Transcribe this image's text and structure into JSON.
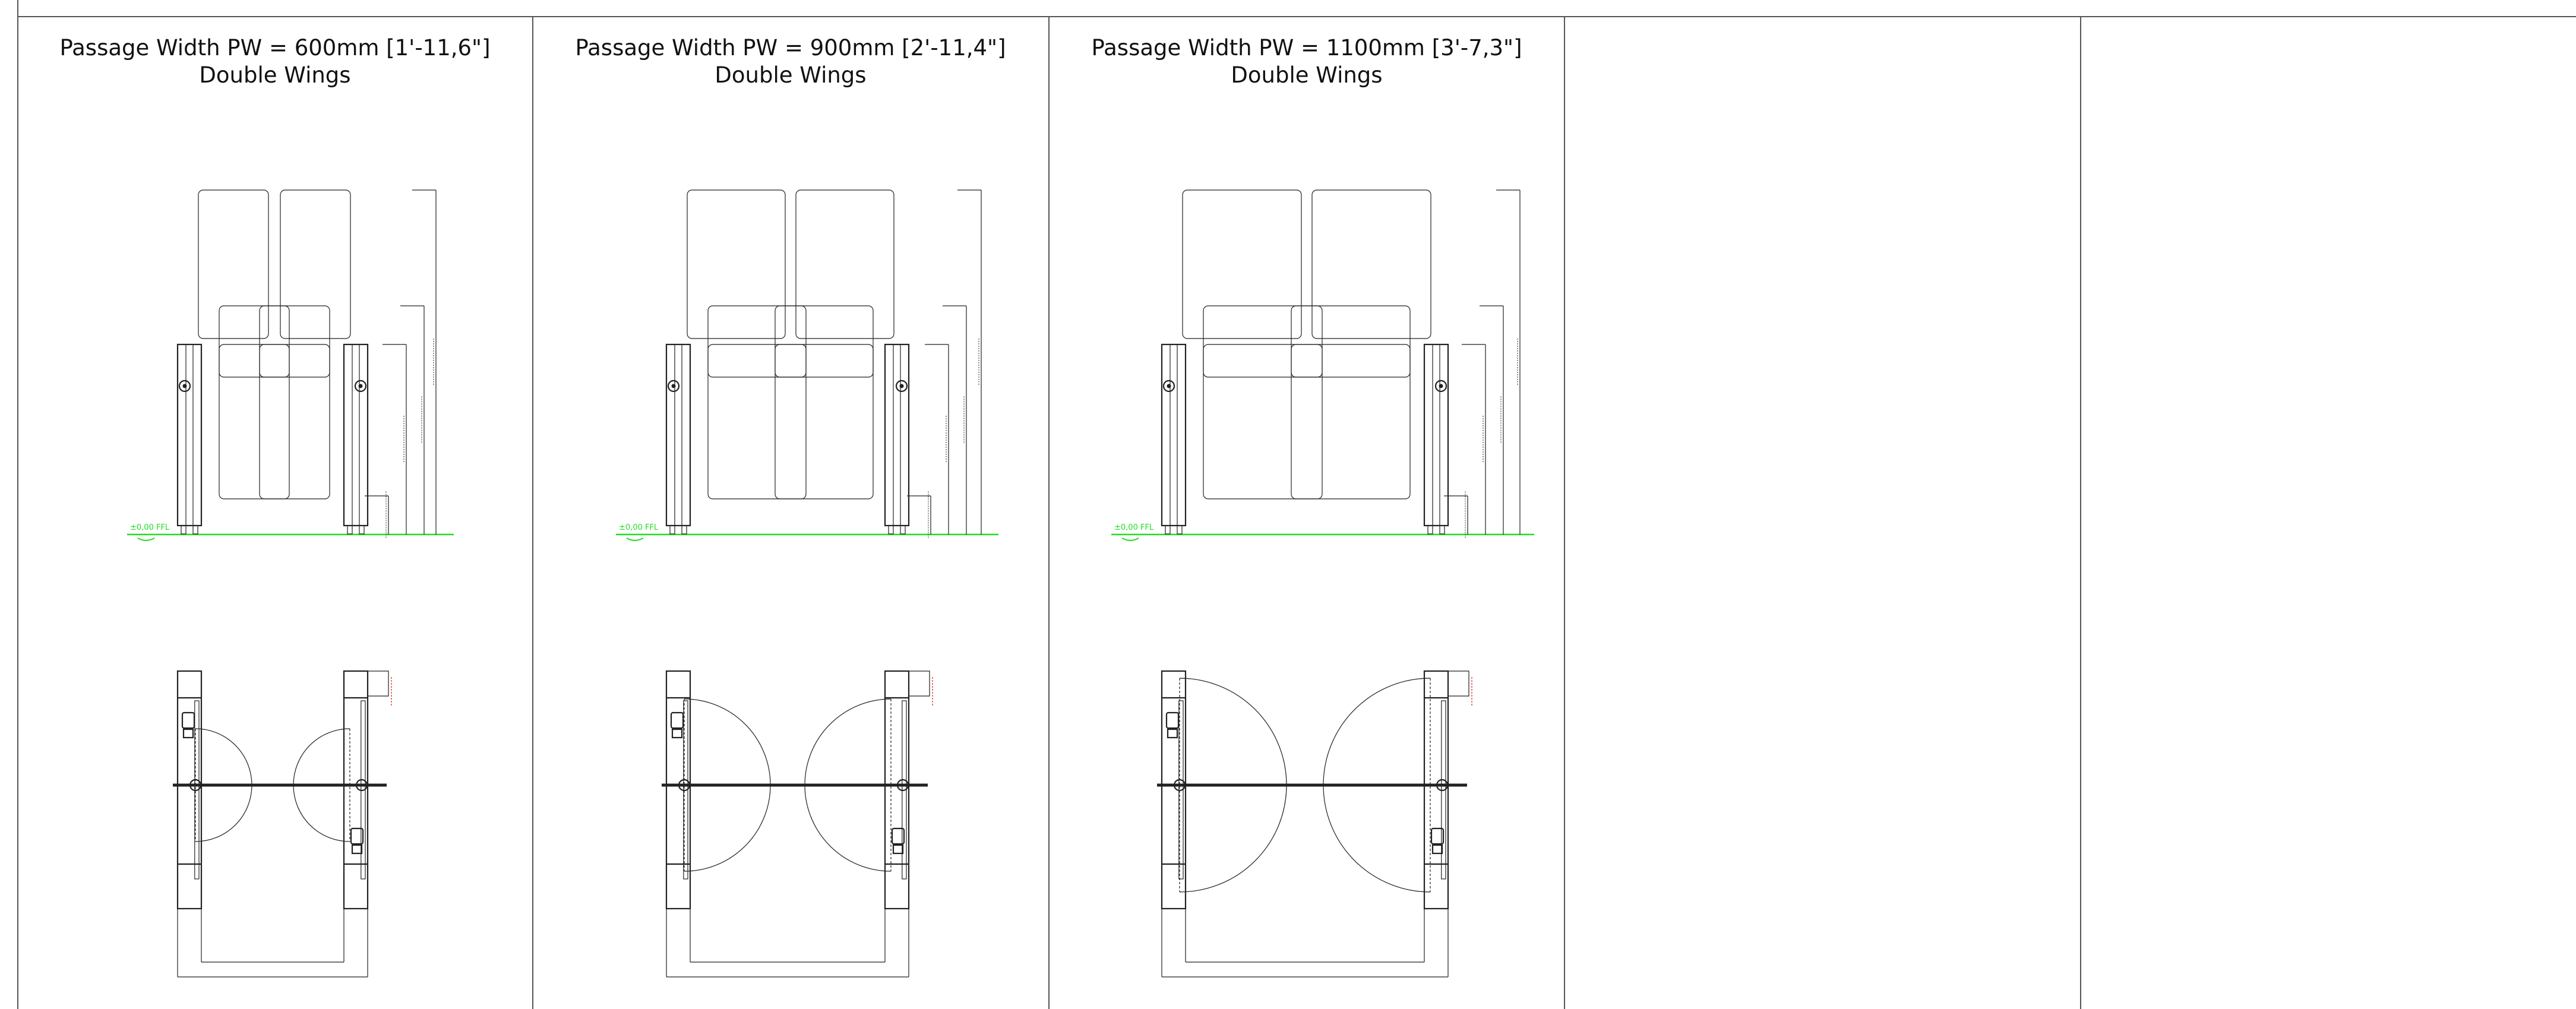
{
  "panels": [
    {
      "title": "Passage Width PW = 600mm [1'-11,6\"]",
      "subtitle": "Double Wings",
      "variant": "narrow",
      "pw_mm": 600
    },
    {
      "title": "Passage Width PW = 900mm [2'-11,4\"]",
      "subtitle": "Double Wings",
      "variant": "medium",
      "pw_mm": 900
    },
    {
      "title": "Passage Width PW = 1100mm [3'-7,3\"]",
      "subtitle": "Double Wings",
      "variant": "wide",
      "pw_mm": 1100
    },
    {
      "title": "",
      "subtitle": "",
      "variant": "empty"
    },
    {
      "title": "",
      "subtitle": "",
      "variant": "empty"
    }
  ],
  "floor_level_label": "±0,00 FFL",
  "colors": {
    "line": "#222222",
    "frame": "#555555",
    "floor": "#22dd22",
    "dimension_red": "#dd2222"
  }
}
